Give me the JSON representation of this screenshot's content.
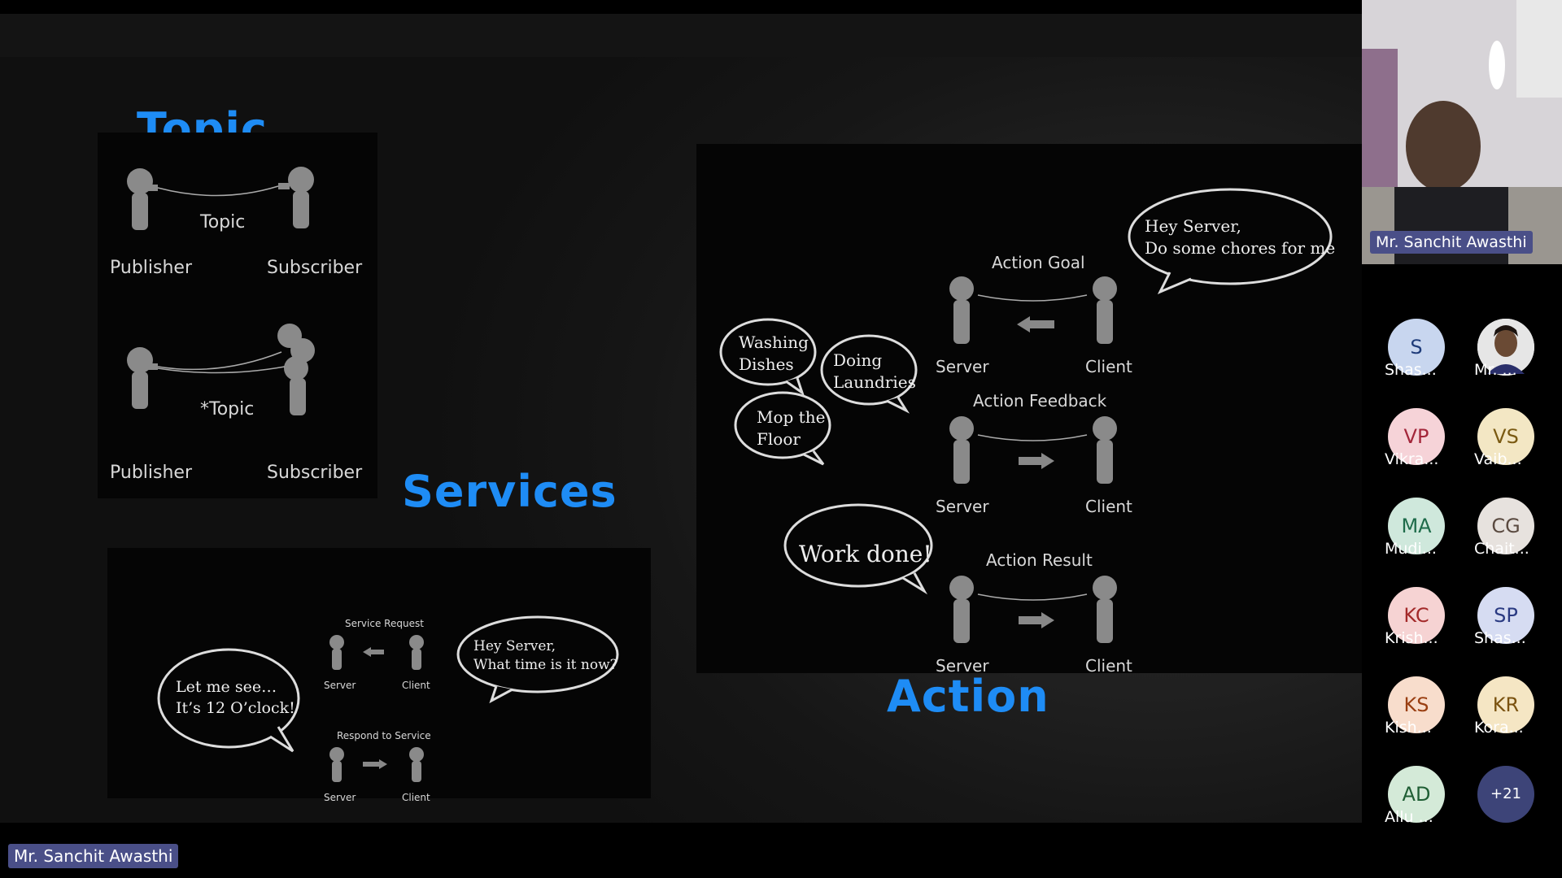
{
  "presenter": {
    "name": "Mr. Sanchit Awasthi"
  },
  "slide": {
    "topic": {
      "heading": "Topic",
      "top": {
        "channel": "Topic",
        "left": "Publisher",
        "right": "Subscriber"
      },
      "bottom": {
        "channel": "*Topic",
        "left": "Publisher",
        "right": "Subscriber"
      }
    },
    "services": {
      "heading": "Services",
      "request_label": "Service Request",
      "respond_label": "Respond to Service",
      "server": "Server",
      "client": "Client",
      "client_bubble": [
        "Hey Server,",
        "What time is it now?"
      ],
      "server_bubble": [
        "Let me see…",
        "It’s 12 O’clock!"
      ]
    },
    "action": {
      "heading": "Action",
      "goal_label": "Action Goal",
      "feedback_label": "Action Feedback",
      "result_label": "Action Result",
      "server": "Server",
      "client": "Client",
      "client_bubble": [
        "Hey Server,",
        "Do some chores for me"
      ],
      "chores": {
        "washing": [
          "Washing",
          "Dishes"
        ],
        "laundry": [
          "Doing",
          "Laundries"
        ],
        "mop": [
          "Mop the",
          "Floor"
        ]
      },
      "done_bubble": "Work done!"
    }
  },
  "participants": [
    {
      "initials": "S",
      "name": "Shas...",
      "bg": "#c8d6ef",
      "fg": "#1f3c7a"
    },
    {
      "initials": "",
      "name": "Mr. ...",
      "bg": "#d9d9d9",
      "fg": "#000",
      "avatar": true
    },
    {
      "initials": "VP",
      "name": "Vikra...",
      "bg": "#f6d3d8",
      "fg": "#a3263a"
    },
    {
      "initials": "VS",
      "name": "Vaib...",
      "bg": "#f3e7c4",
      "fg": "#7a5a12"
    },
    {
      "initials": "MA",
      "name": "Mudi...",
      "bg": "#cfe8dc",
      "fg": "#1e6b4a"
    },
    {
      "initials": "CG",
      "name": "Chait...",
      "bg": "#e7e2de",
      "fg": "#5a4a40"
    },
    {
      "initials": "KC",
      "name": "Krish...",
      "bg": "#f6d3d3",
      "fg": "#a32a2a"
    },
    {
      "initials": "SP",
      "name": "Shas...",
      "bg": "#d6dcf2",
      "fg": "#2a3a82"
    },
    {
      "initials": "KS",
      "name": "Kish...",
      "bg": "#f8ddcc",
      "fg": "#9a3f12"
    },
    {
      "initials": "KR",
      "name": "Kora...",
      "bg": "#f5e6c4",
      "fg": "#7a5210"
    },
    {
      "initials": "AD",
      "name": "Allu ...",
      "bg": "#d4ead8",
      "fg": "#1f5e34"
    }
  ],
  "more_participants": "+21"
}
